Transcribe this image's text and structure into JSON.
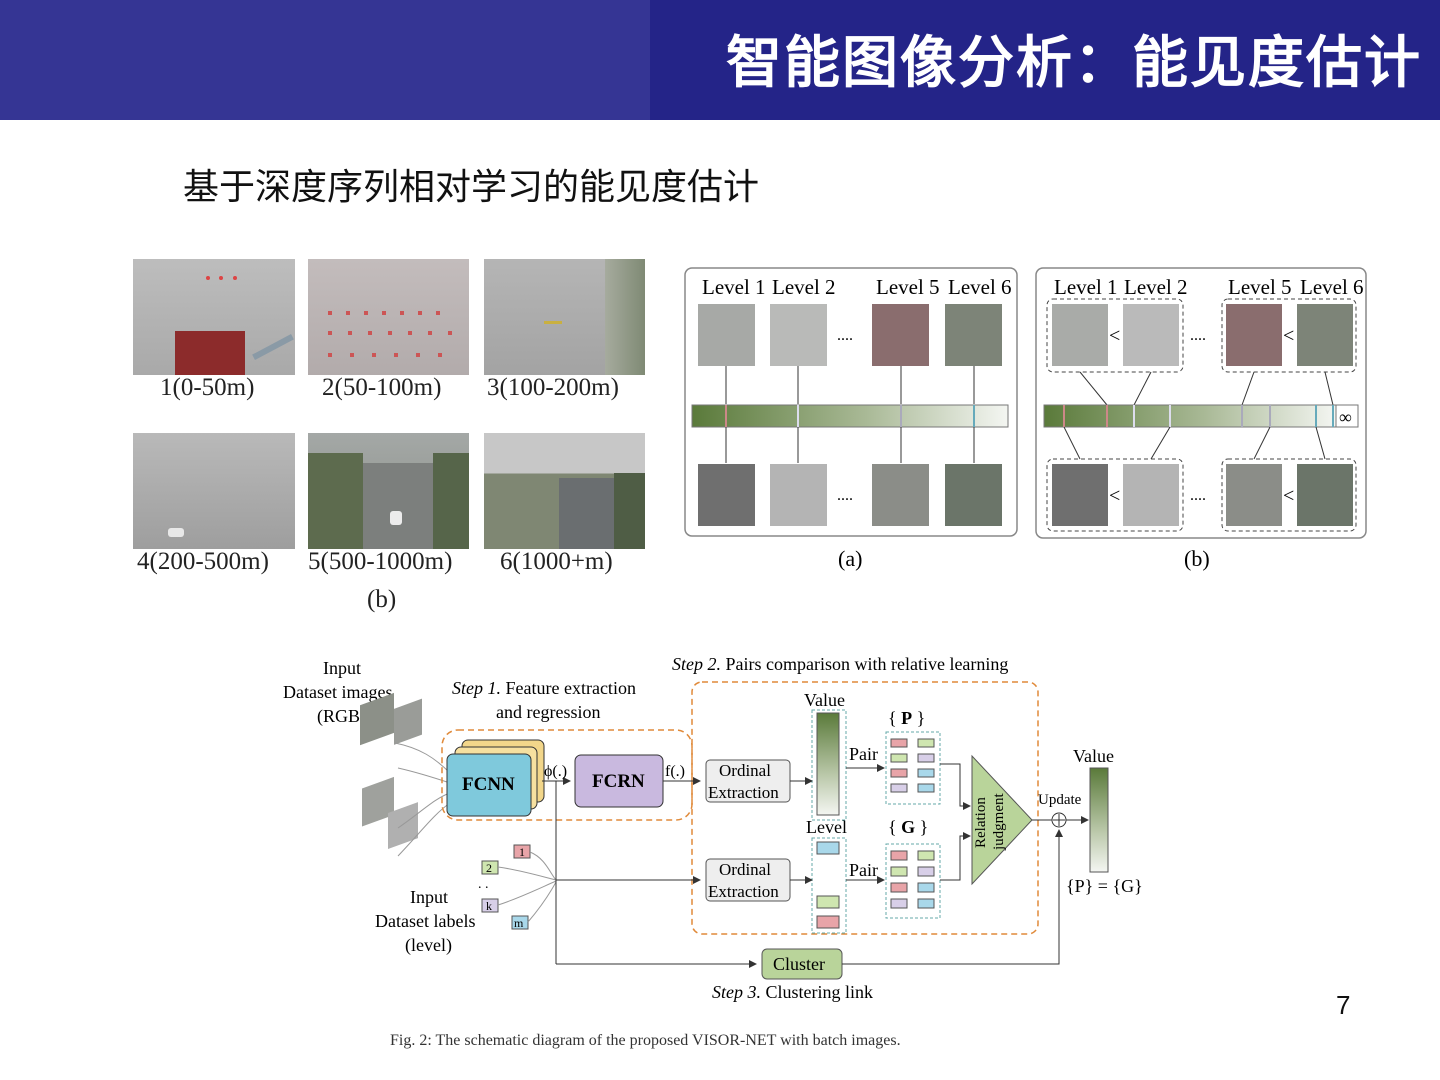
{
  "header": {
    "title": "智能图像分析：能见度估计",
    "subtitle": "基于深度序列相对学习的能见度估计",
    "page_number": "7"
  },
  "photo_grid": {
    "labels": [
      "1(0-50m)",
      "2(50-100m)",
      "3(100-200m)",
      "4(200-500m)",
      "5(500-1000m)",
      "6(1000+m)"
    ],
    "caption": "(b)"
  },
  "panel_a": {
    "levels": [
      "Level 1",
      "Level 2",
      "Level 5",
      "Level 6"
    ],
    "dots": "....",
    "caption": "(a)"
  },
  "panel_b": {
    "levels": [
      "Level 1",
      "Level 2",
      "Level 5",
      "Level 6"
    ],
    "dots": "....",
    "less_than": "<",
    "infinity": "∞",
    "caption": "(b)"
  },
  "pipeline": {
    "input_images": [
      "Input",
      "Dataset images",
      "(RGB)"
    ],
    "step1_a": "Step 1.",
    "step1_b": " Feature extraction",
    "step1_c": "and regression",
    "step2_a": "Step 2.",
    "step2_b": " Pairs comparison with  relative learning",
    "step3_a": "Step 3.",
    "step3_b": " Clustering link",
    "fcnn": "FCNN",
    "fcrn": "FCRN",
    "phi": "ϕ(.)",
    "f": "f(.)",
    "ordinal": [
      "Ordinal",
      "Extraction"
    ],
    "value": "Value",
    "level": "Level",
    "P": "P",
    "G": "G",
    "pair": "Pair",
    "relation": [
      "Relation",
      "judgment"
    ],
    "update": "Update",
    "value_out": "Value",
    "equation": "{P} = {G}",
    "cluster": "Cluster",
    "input_labels": [
      "Input",
      "Dataset labels",
      "(level)"
    ],
    "label_tags": [
      "1",
      "2",
      "k",
      "m"
    ],
    "tag_dots": ".  ."
  },
  "figure_caption": "Fig. 2: The schematic diagram of the proposed VISOR-NET with batch images."
}
